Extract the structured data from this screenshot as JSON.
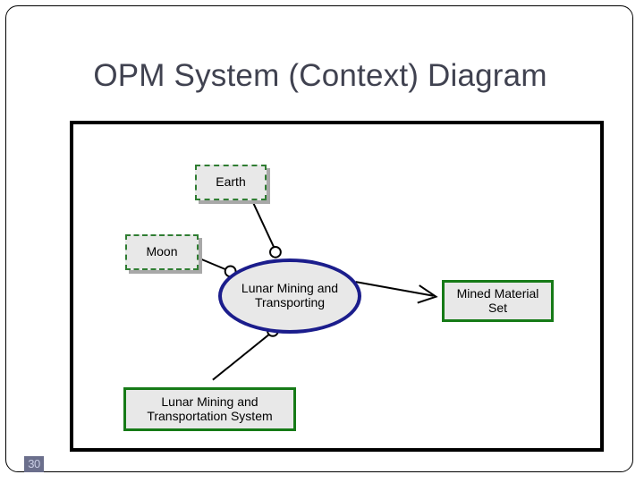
{
  "slide": {
    "title": "OPM System (Context) Diagram",
    "page_number": "30"
  },
  "colors": {
    "title_text": "#404250",
    "process_border": "#1b1d8c",
    "object_border": "#167a17",
    "env_object_border": "#2f7d32",
    "node_fill": "#e8e8e8",
    "shadow": "#a8a8a8",
    "link_line": "#000000",
    "frame_border": "#000000",
    "page_badge_bg": "#6b6f8c",
    "page_badge_text": "#c9cde4"
  },
  "diagram": {
    "type": "opm-system-context-diagram",
    "nodes": [
      {
        "id": "earth",
        "label": "Earth",
        "kind": "environmental-object",
        "shape": "rectangle",
        "border": "dashed-green",
        "shadow": true
      },
      {
        "id": "moon",
        "label": "Moon",
        "kind": "environmental-object",
        "shape": "rectangle",
        "border": "dashed-green",
        "shadow": true
      },
      {
        "id": "process",
        "label": "Lunar Mining and Transporting",
        "label_lines": [
          "Lunar Mining and",
          "Transporting"
        ],
        "kind": "process",
        "shape": "ellipse",
        "border": "solid-blue",
        "shadow": false
      },
      {
        "id": "mined-material-set",
        "label": "Mined Material Set",
        "label_lines": [
          "Mined Material",
          "Set"
        ],
        "kind": "object",
        "shape": "rectangle",
        "border": "solid-green",
        "shadow": false
      },
      {
        "id": "lunar-mining-system",
        "label": "Lunar Mining and Transportation System",
        "label_lines": [
          "Lunar Mining and",
          "Transportation System"
        ],
        "kind": "object",
        "shape": "rectangle",
        "border": "solid-green",
        "shadow": false
      }
    ],
    "links": [
      {
        "id": "earth-agent-link",
        "from": "earth",
        "to": "process",
        "type": "agent-link",
        "symbol": "open-circle"
      },
      {
        "id": "moon-agent-link",
        "from": "moon",
        "to": "process",
        "type": "agent-link",
        "symbol": "open-circle"
      },
      {
        "id": "system-agent-link",
        "from": "lunar-mining-system",
        "to": "process",
        "type": "agent-link",
        "symbol": "open-circle"
      },
      {
        "id": "result-link",
        "from": "process",
        "to": "mined-material-set",
        "type": "result-link",
        "symbol": "open-arrowhead"
      }
    ]
  }
}
